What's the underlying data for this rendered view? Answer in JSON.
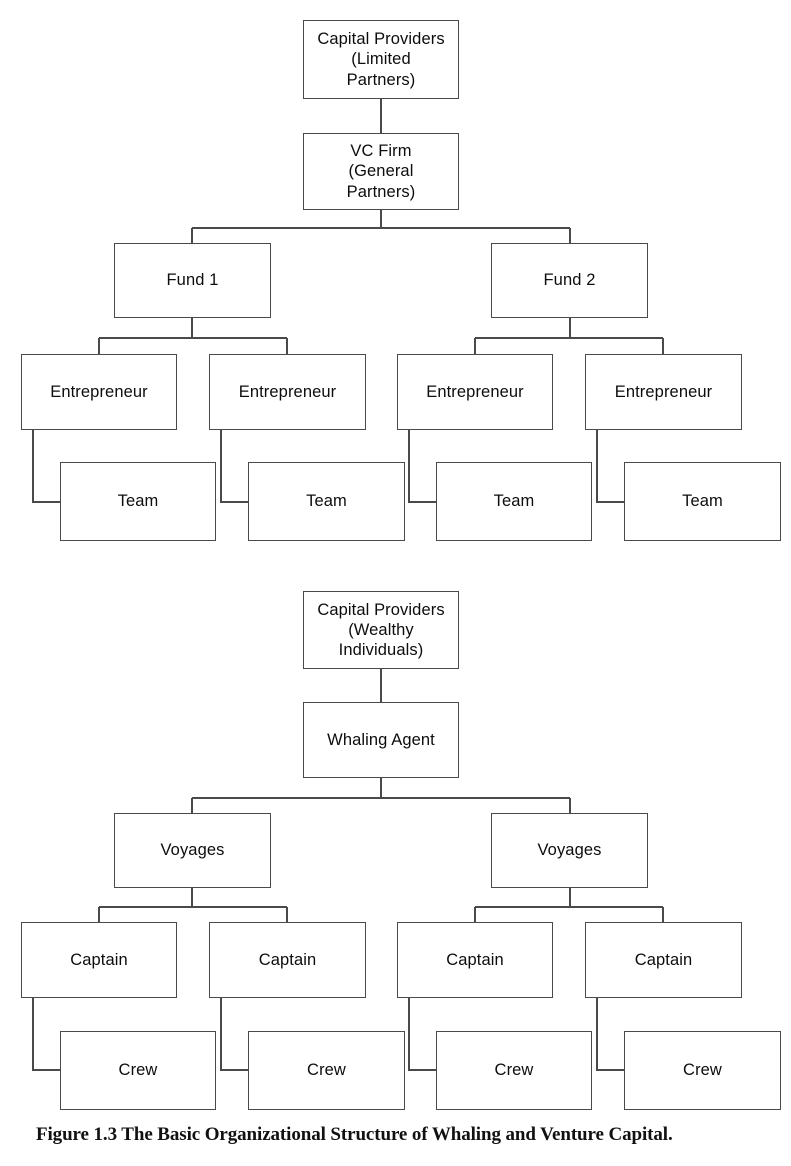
{
  "figure": {
    "caption": "Figure 1.3 The Basic Organizational Structure of Whaling and Venture Capital.",
    "line_color": "#4a4a4a",
    "box_fill": "#ffffff",
    "text_color": "#0d0d0d",
    "background": "#ffffff"
  },
  "diagrams": [
    {
      "name": "venture-capital",
      "nodes": {
        "root": "Capital Providers\n(Limited\nPartners)",
        "second": "VC Firm\n(General\nPartners)",
        "level3": [
          "Fund 1",
          "Fund 2"
        ],
        "level4": [
          "Entrepreneur",
          "Entrepreneur",
          "Entrepreneur",
          "Entrepreneur"
        ],
        "level5": [
          "Team",
          "Team",
          "Team",
          "Team"
        ]
      }
    },
    {
      "name": "whaling",
      "nodes": {
        "root": "Capital Providers\n(Wealthy\nIndividuals)",
        "second": "Whaling Agent",
        "level3": [
          "Voyages",
          "Voyages"
        ],
        "level4": [
          "Captain",
          "Captain",
          "Captain",
          "Captain"
        ],
        "level5": [
          "Crew",
          "Crew",
          "Crew",
          "Crew"
        ]
      }
    }
  ]
}
